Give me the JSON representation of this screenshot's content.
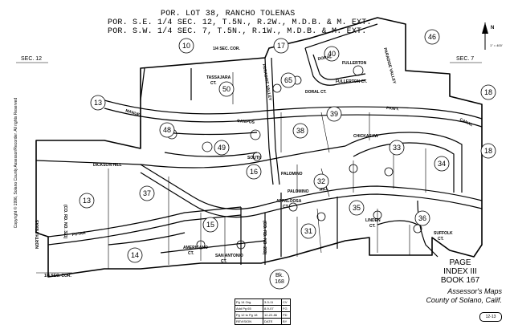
{
  "header": {
    "lines": [
      "POR. LOT 38, RANCHO TOLENAS",
      "POR. S.E. 1/4 SEC. 12, T.5N., R.2W., M.D.B. & M. EXT.",
      "POR. S.W. 1/4 SEC. 7, T.5N., R.1W., M.D.B. & M. EXT."
    ]
  },
  "copyright": "Copyright © 1996, Solano County Assessor/Recorder. All rights Reserved",
  "section_labels": {
    "left": "SEC. 12",
    "right": "SEC. 7"
  },
  "scale_text": "1\" = 400'",
  "north_symbol": "N",
  "parcels": [
    "10",
    "13",
    "13",
    "14",
    "15",
    "16",
    "17",
    "18",
    "18",
    "31",
    "32",
    "33",
    "34",
    "35",
    "36",
    "37",
    "38",
    "39",
    "40",
    "46",
    "48",
    "49",
    "50",
    "65"
  ],
  "streets": {
    "manuel": "MANUEL",
    "campos": "CAMPOS",
    "pkwy": "PKWY.",
    "canal": "CANAL",
    "dickson_hill": "DICKSON HILL",
    "tassajara": "TASSAJARA",
    "tassajara_ct": "CT.",
    "paradise_valley": "PARADISE VALLEY",
    "doral": "DORAL",
    "doral_ct": "DORAL CT.",
    "fullerton": "FULLERTON",
    "fullerton_ct": "FULLERTON CT.",
    "paradise_valley_2": "PARADISE VALLEY",
    "south": "SOUTH",
    "chickasaw": "CHICKASAW",
    "palomino": "PALOMINO",
    "palomino_ct": "PALOMINO",
    "appaloosa": "APPALOOSA",
    "appaloosa_ct": "CT.",
    "linden": "LINDEN",
    "linden_ct": "CT.",
    "suffolk": "SUFFOLK",
    "suffolk_ct": "CT.",
    "americano": "AMERICANO",
    "americano_ct": "CT.",
    "san_antonio": "SAN ANTONIO",
    "san_antonio_ct": "CT.",
    "putah": "PUTAH",
    "hill": "HILL",
    "co_rd": "(CO. RD. NO. 321)",
    "co_rd_2": "(CO. RD. NO. 233)",
    "sec_cor_top": "1/4 SEC. COR.",
    "sec_cor_bottom": "1/4 SEC. COR.",
    "north_texas": "NORTH TEXAS",
    "bk": "Bk.",
    "bk_num": "168"
  },
  "page_info": {
    "page": "PAGE",
    "index": "INDEX III",
    "book": "BOOK 167",
    "maps1": "Assessor's Maps",
    "maps2": "County of Solano, Calif."
  },
  "revisions": [
    {
      "label": "Pg 14 Org.",
      "date": "3-3-11",
      "by": "CV"
    },
    {
      "label": "Add Pg 65",
      "date": "8-9-07",
      "by": "FG"
    },
    {
      "label": "Pg 12 to Pg 18",
      "date": "12-22-86",
      "by": "PD"
    },
    {
      "label": "REVISION",
      "date": "DATE",
      "by": "BY"
    }
  ],
  "map_code": "12-13"
}
